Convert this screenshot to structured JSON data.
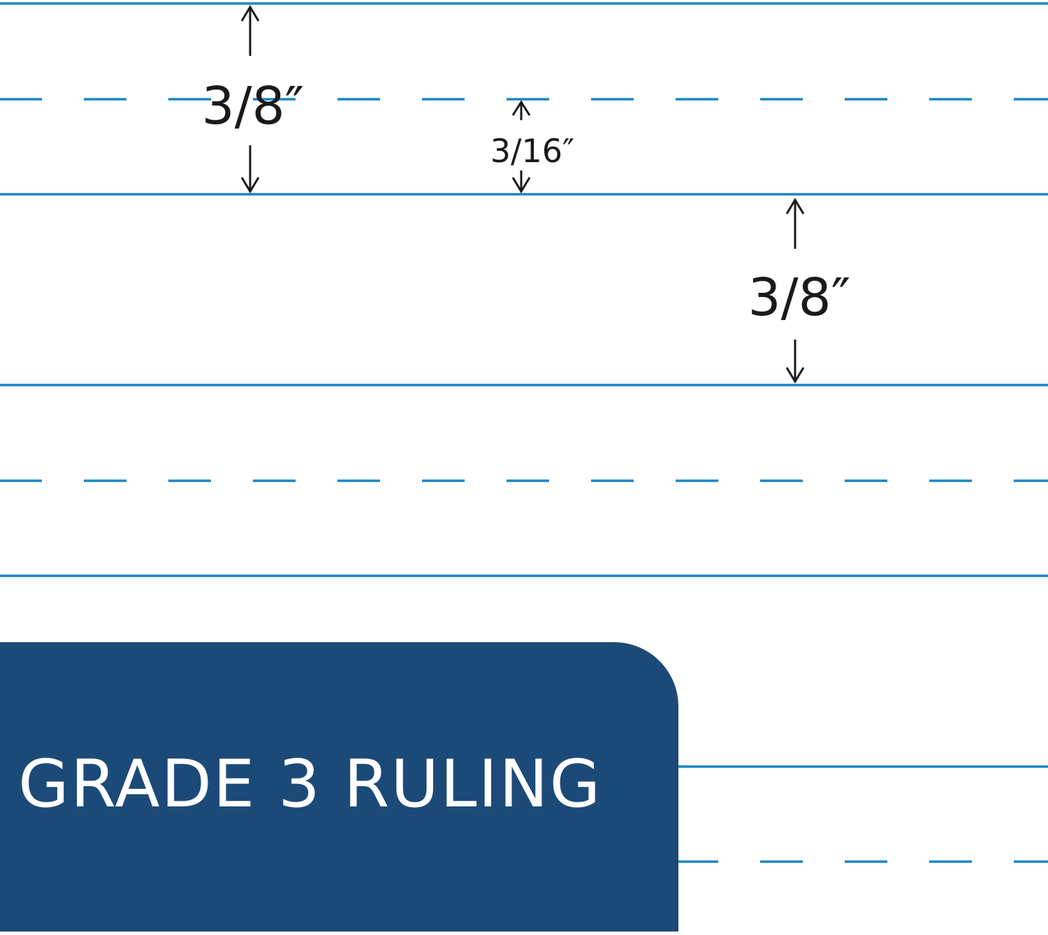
{
  "ruling": {
    "line_color": "#1b85c4",
    "arrow_color": "#1a1a1a",
    "lines": [
      {
        "style": "solid"
      },
      {
        "style": "dashed"
      },
      {
        "style": "solid"
      },
      {
        "style": "solid"
      },
      {
        "style": "dashed"
      },
      {
        "style": "solid"
      },
      {
        "style": "solid"
      },
      {
        "style": "dashed"
      }
    ]
  },
  "dimensions": {
    "line_spacing_top": "3/8″",
    "midline_spacing": "3/16″",
    "line_spacing_right": "3/8″"
  },
  "banner": {
    "label": "GRADE 3 RULING",
    "background_color": "#1c4a78",
    "text_color": "#ffffff"
  }
}
